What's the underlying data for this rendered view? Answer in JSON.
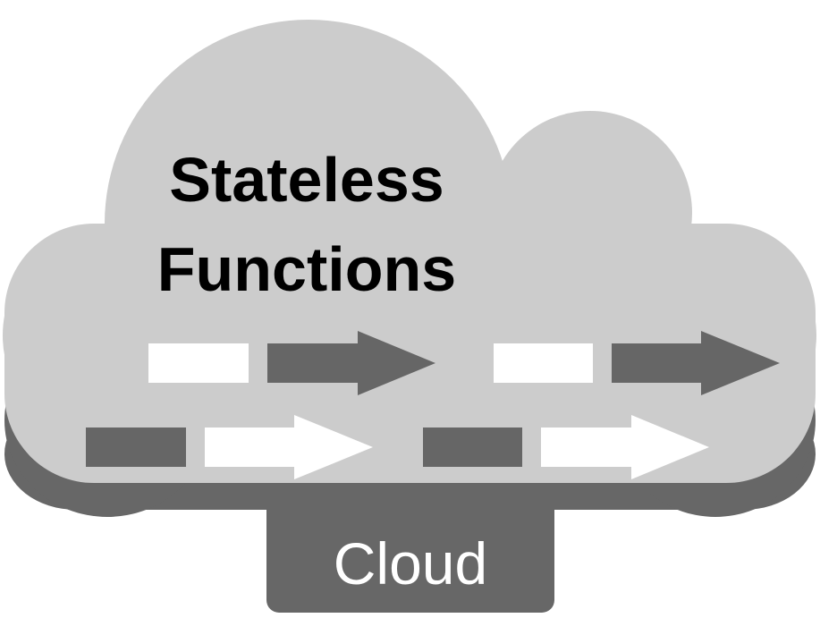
{
  "diagram": {
    "title_line1": "Stateless",
    "title_line2": "Functions",
    "base_label": "Cloud"
  },
  "colors": {
    "cloud_fill": "#cccccc",
    "cloud_shadow": "#676767",
    "dark_block": "#666666",
    "light_block": "#ffffff",
    "text": "#000000"
  },
  "icons": {
    "block": "rectangle",
    "arrow": "right-arrow"
  }
}
